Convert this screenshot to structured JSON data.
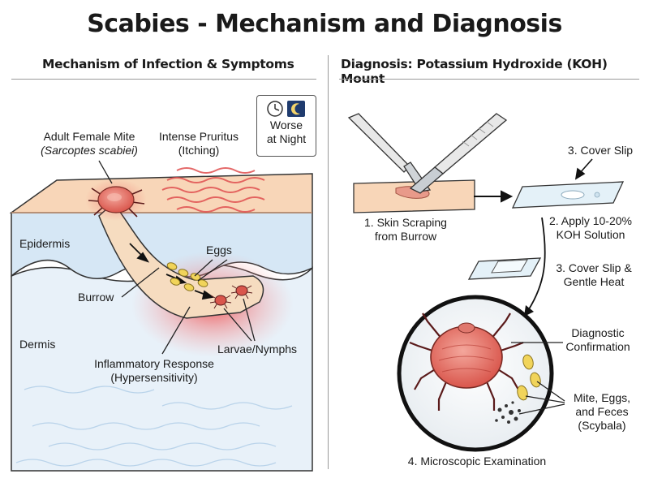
{
  "title": "Scabies - Mechanism and Diagnosis",
  "left_panel": {
    "heading": "Mechanism of Infection & Symptoms",
    "labels": {
      "mite_line1": "Adult Female Mite",
      "mite_line2": "(Sarcoptes scabiei)",
      "pruritus_line1": "Intense Pruritus",
      "pruritus_line2": "(Itching)",
      "night_line1": "Worse",
      "night_line2": "at Night",
      "epidermis": "Epidermis",
      "dermis": "Dermis",
      "eggs": "Eggs",
      "burrow": "Burrow",
      "larvae": "Larvae/Nymphs",
      "inflammatory_line1": "Inflammatory Response",
      "inflammatory_line2": "(Hypersensitivity)"
    },
    "icons": [
      "clock-icon",
      "moon-icon"
    ]
  },
  "right_panel": {
    "heading": "Diagnosis: Potassium Hydroxide (KOH) Mount",
    "labels": {
      "step1_line1": "1. Skin Scraping",
      "step1_line2": "from Burrow",
      "step3_top": "3. Cover Slip",
      "step2_line1": "2. Apply 10-20%",
      "step2_line2": "KOH Solution",
      "step3_line1": "3. Cover Slip &",
      "step3_line2": "Gentle Heat",
      "diag_line1": "Diagnostic",
      "diag_line2": "Confirmation",
      "mite_eggs_line1": "Mite, Eggs,",
      "mite_eggs_line2": "and Feces",
      "mite_eggs_line3": "(Scybala)",
      "step4": "4. Microscopic Examination"
    }
  },
  "colors": {
    "skin_surface": "#f7d2b2",
    "epidermis": "#d9e9f6",
    "dermis": "#e9f2fa",
    "burrow": "#f6dcc0",
    "mite": "#e57a70",
    "eggs": "#f1d45a",
    "inflammation": "#ef4a4a",
    "slide": "#e6f3fa"
  }
}
